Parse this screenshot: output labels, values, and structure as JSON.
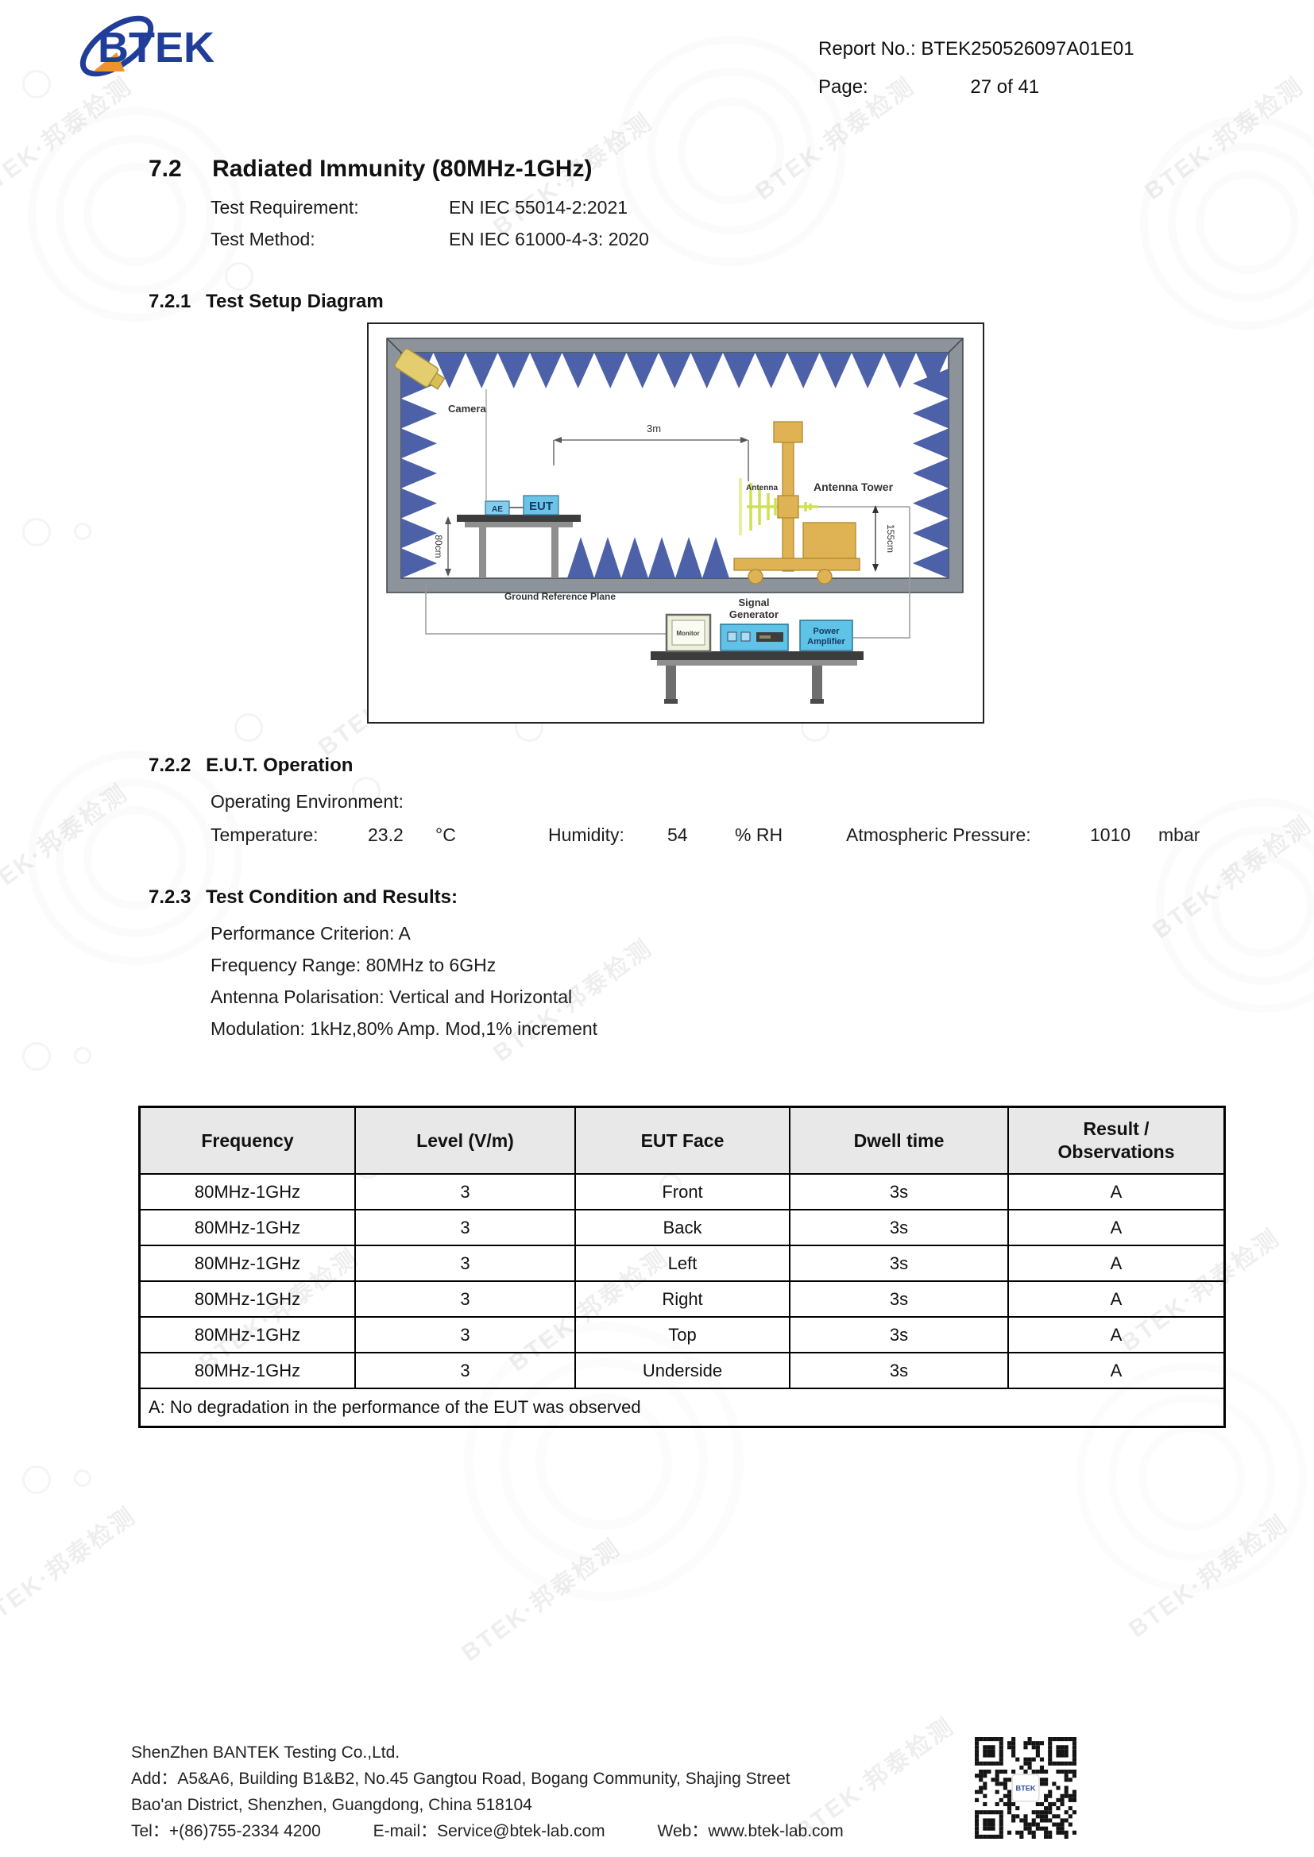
{
  "header": {
    "logo_text": "BTEK",
    "report_no_label": "Report No.:",
    "report_no": "BTEK250526097A01E01",
    "page_label": "Page:",
    "page_value": "27 of 41"
  },
  "section": {
    "number": "7.2",
    "title": "Radiated Immunity (80MHz-1GHz)",
    "test_requirement_label": "Test Requirement:",
    "test_requirement_value": "EN IEC 55014-2:2021",
    "test_method_label": "Test Method:",
    "test_method_value": "EN IEC 61000-4-3: 2020"
  },
  "setup": {
    "number": "7.2.1",
    "title": "Test Setup Diagram",
    "labels": {
      "camera": "Camera",
      "distance": "3m",
      "ae": "AE",
      "eut": "EUT",
      "table_height": "80cm",
      "antenna": "Antenna",
      "antenna_tower": "Antenna Tower",
      "antenna_height": "155cm",
      "ground_plane": "Ground Reference Plane",
      "signal_generator_line1": "Signal",
      "signal_generator_line2": "Generator",
      "monitor": "Monitor",
      "power_amp_line1": "Power",
      "power_amp_line2": "Amplifier"
    }
  },
  "eut_operation": {
    "number": "7.2.2",
    "title": "E.U.T. Operation",
    "operating_environment_label": "Operating Environment:",
    "temperature_label": "Temperature:",
    "temperature_value": "23.2",
    "temperature_unit": "°C",
    "humidity_label": "Humidity:",
    "humidity_value": "54",
    "humidity_unit": "% RH",
    "pressure_label": "Atmospheric Pressure:",
    "pressure_value": "1010",
    "pressure_unit": "mbar"
  },
  "test_condition": {
    "number": "7.2.3",
    "title": "Test Condition and Results:",
    "lines": [
      "Performance Criterion: A",
      "Frequency Range: 80MHz to 6GHz",
      "Antenna Polarisation: Vertical and Horizontal",
      "Modulation: 1kHz,80% Amp. Mod,1% increment"
    ]
  },
  "results_table": {
    "headers": [
      "Frequency",
      "Level (V/m)",
      "EUT Face",
      "Dwell time",
      "Result / Observations"
    ],
    "rows": [
      [
        "80MHz-1GHz",
        "3",
        "Front",
        "3s",
        "A"
      ],
      [
        "80MHz-1GHz",
        "3",
        "Back",
        "3s",
        "A"
      ],
      [
        "80MHz-1GHz",
        "3",
        "Left",
        "3s",
        "A"
      ],
      [
        "80MHz-1GHz",
        "3",
        "Right",
        "3s",
        "A"
      ],
      [
        "80MHz-1GHz",
        "3",
        "Top",
        "3s",
        "A"
      ],
      [
        "80MHz-1GHz",
        "3",
        "Underside",
        "3s",
        "A"
      ]
    ],
    "note": "A: No degradation in the performance of the EUT was observed"
  },
  "footer": {
    "company": "ShenZhen BANTEK Testing Co.,Ltd.",
    "address_line1": "Add：A5&A6, Building B1&B2, No.45 Gangtou Road, Bogang Community, Shajing Street",
    "address_line2": "Bao'an District, Shenzhen, Guangdong, China 518104",
    "tel": "Tel：+(86)755-2334 4200",
    "email": "E-mail：Service@btek-lab.com",
    "web": "Web：www.btek-lab.com",
    "qr_logo": "BTEK"
  },
  "watermark": {
    "text": "BTEK·邦泰检测"
  },
  "colors": {
    "logo_blue": "#203e99",
    "logo_orange": "#f0932c",
    "absorber_blue": "#4d61a9",
    "wall_gray": "#8c939b",
    "equipment_blue": "#5fc3e7",
    "tower_tan": "#dfb254",
    "antenna_green": "#cfe052",
    "table_header_gray": "#e8e8e8"
  }
}
